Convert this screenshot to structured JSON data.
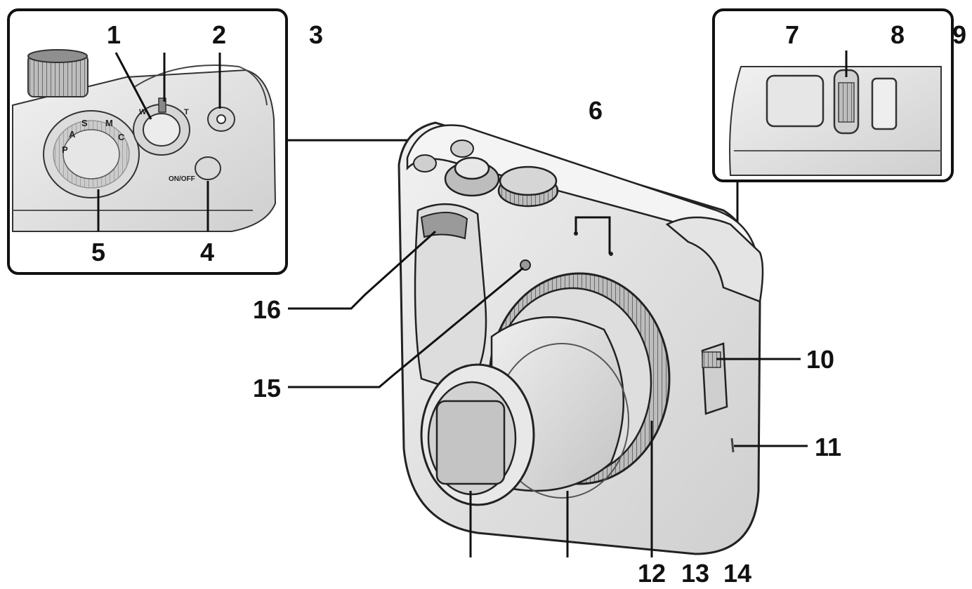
{
  "callouts": {
    "n1": "1",
    "n2": "2",
    "n3": "3",
    "n4": "4",
    "n5": "5",
    "n6": "6",
    "n7": "7",
    "n8": "8",
    "n9": "9",
    "n10": "10",
    "n11": "11",
    "n12": "12",
    "n13": "13",
    "n14": "14",
    "n15": "15",
    "n16": "16"
  },
  "inset_top": {
    "zoom_wide": "W",
    "zoom_tele": "T",
    "power_label": "ON/OFF",
    "mode_dial_letters": [
      "C",
      "A",
      "S",
      "M",
      "P"
    ]
  },
  "colors": {
    "line": "#111111",
    "fill_light": "#e9e9e9",
    "fill_mid": "#c9c9c9",
    "fill_dark": "#8f8f8f",
    "background": "#ffffff"
  }
}
